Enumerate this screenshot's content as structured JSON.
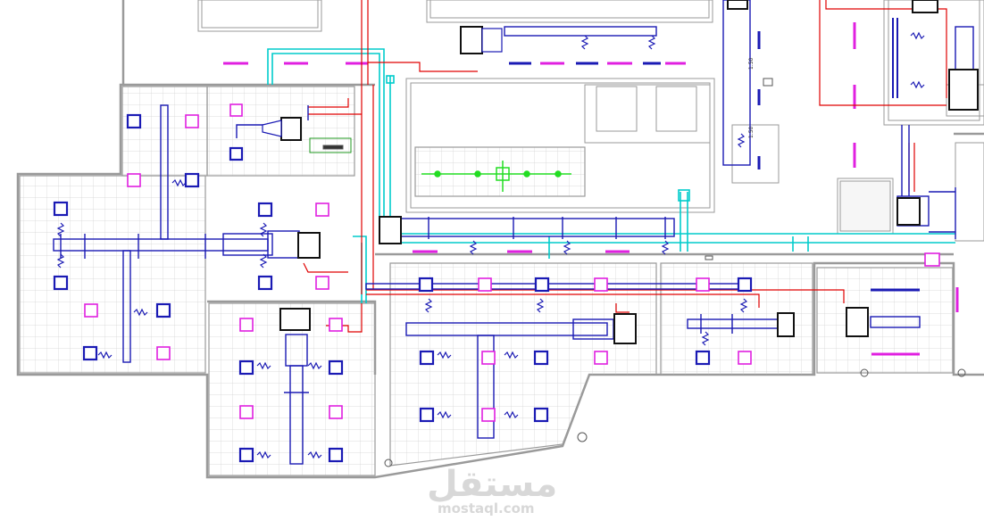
{
  "drawing": {
    "dimension_labels": [
      "1.50",
      "1.50"
    ],
    "colors": {
      "background": "#ffffff",
      "wall": "#9a9a9a",
      "grid": "#cfcfcf",
      "supply_duct": "#1a1ab4",
      "return_duct": "#00cccc",
      "refrigerant_pipe": "#e00000",
      "exhaust_marker": "#e020e0",
      "fresh_air_line": "#22dd22",
      "equipment": "#111111"
    }
  },
  "watermark": {
    "arabic": "مستقل",
    "latin": "mostaql.com"
  }
}
